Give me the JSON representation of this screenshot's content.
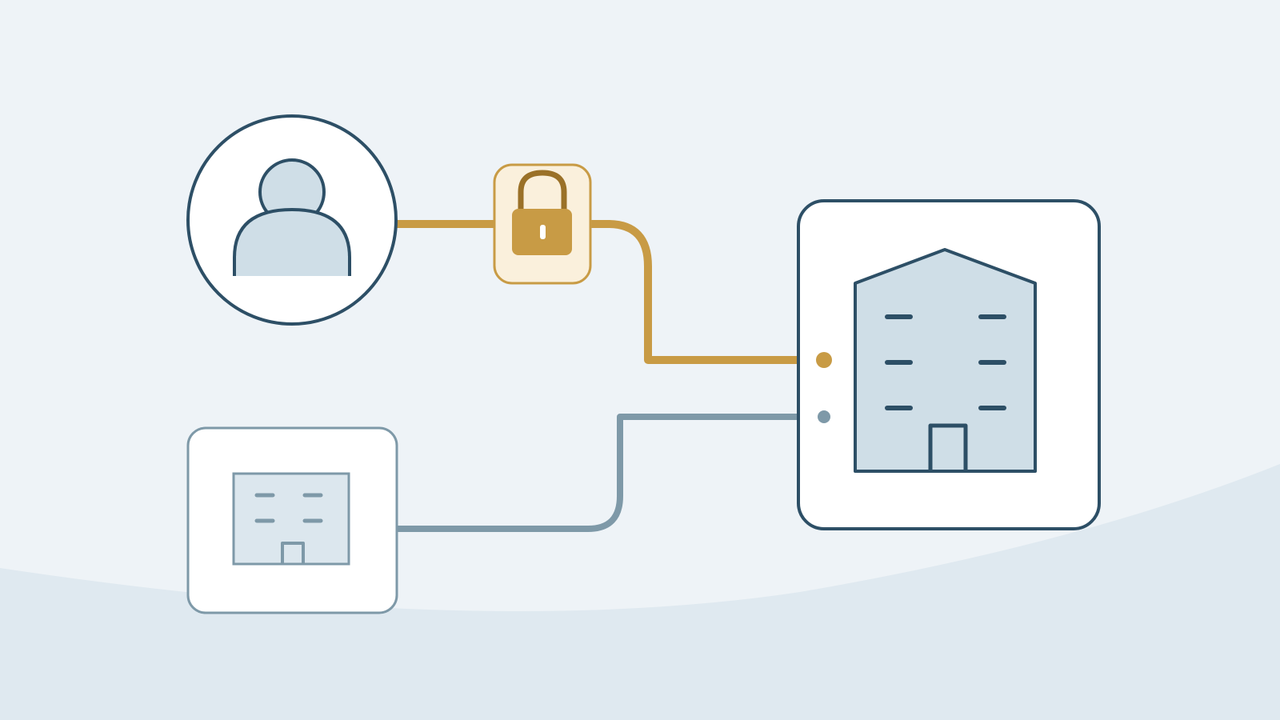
{
  "colors": {
    "background": "#eef3f7",
    "hill": "#dfe9f0",
    "primary_stroke": "#2d4f66",
    "secondary_stroke": "#7e99a8",
    "accent": "#c89b45",
    "accent_dark": "#9a7128",
    "accent_fill": "#faf0dc",
    "card_fill": "#ffffff",
    "building_fill": "#cfdee7",
    "building_fill_light": "#dce7ee",
    "person_fill": "#cfdee7"
  },
  "icons": {
    "user": "user-icon",
    "lock": "padlock-icon",
    "main_building": "building-icon",
    "branch_building": "building-icon"
  },
  "connections": [
    {
      "from": "user",
      "to": "main-building",
      "secured": true,
      "style": "accent"
    },
    {
      "from": "branch-building",
      "to": "main-building",
      "secured": false,
      "style": "secondary"
    }
  ]
}
